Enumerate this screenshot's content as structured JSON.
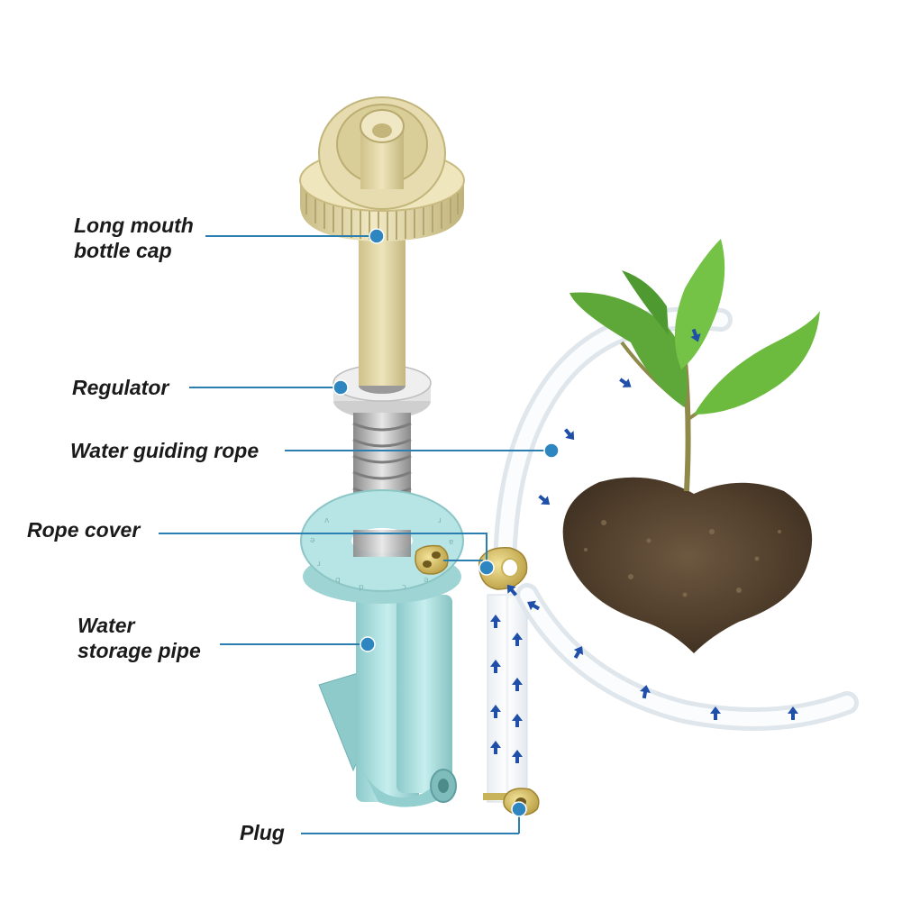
{
  "labels": {
    "cap": [
      "Long mouth",
      "bottle cap"
    ],
    "regulator": "Regulator",
    "rope": "Water guiding rope",
    "rope_cover": "Rope cover",
    "storage": [
      "Water",
      "storage pipe"
    ],
    "plug": "Plug"
  },
  "colors": {
    "leader_line": "#2a7fb0",
    "callout_dot": "#2e86c1",
    "flow_arrow": "#1f4fa8",
    "cap": "#e2d7a6",
    "regulator": "#dcdcdc",
    "storage_pipe": "#a9dcdc",
    "rope_cover": "#d8c46a",
    "leaf": "#66b83a",
    "soil": "#5a4632"
  },
  "icons": [
    "flow-arrow-icon",
    "callout-dot-icon"
  ]
}
